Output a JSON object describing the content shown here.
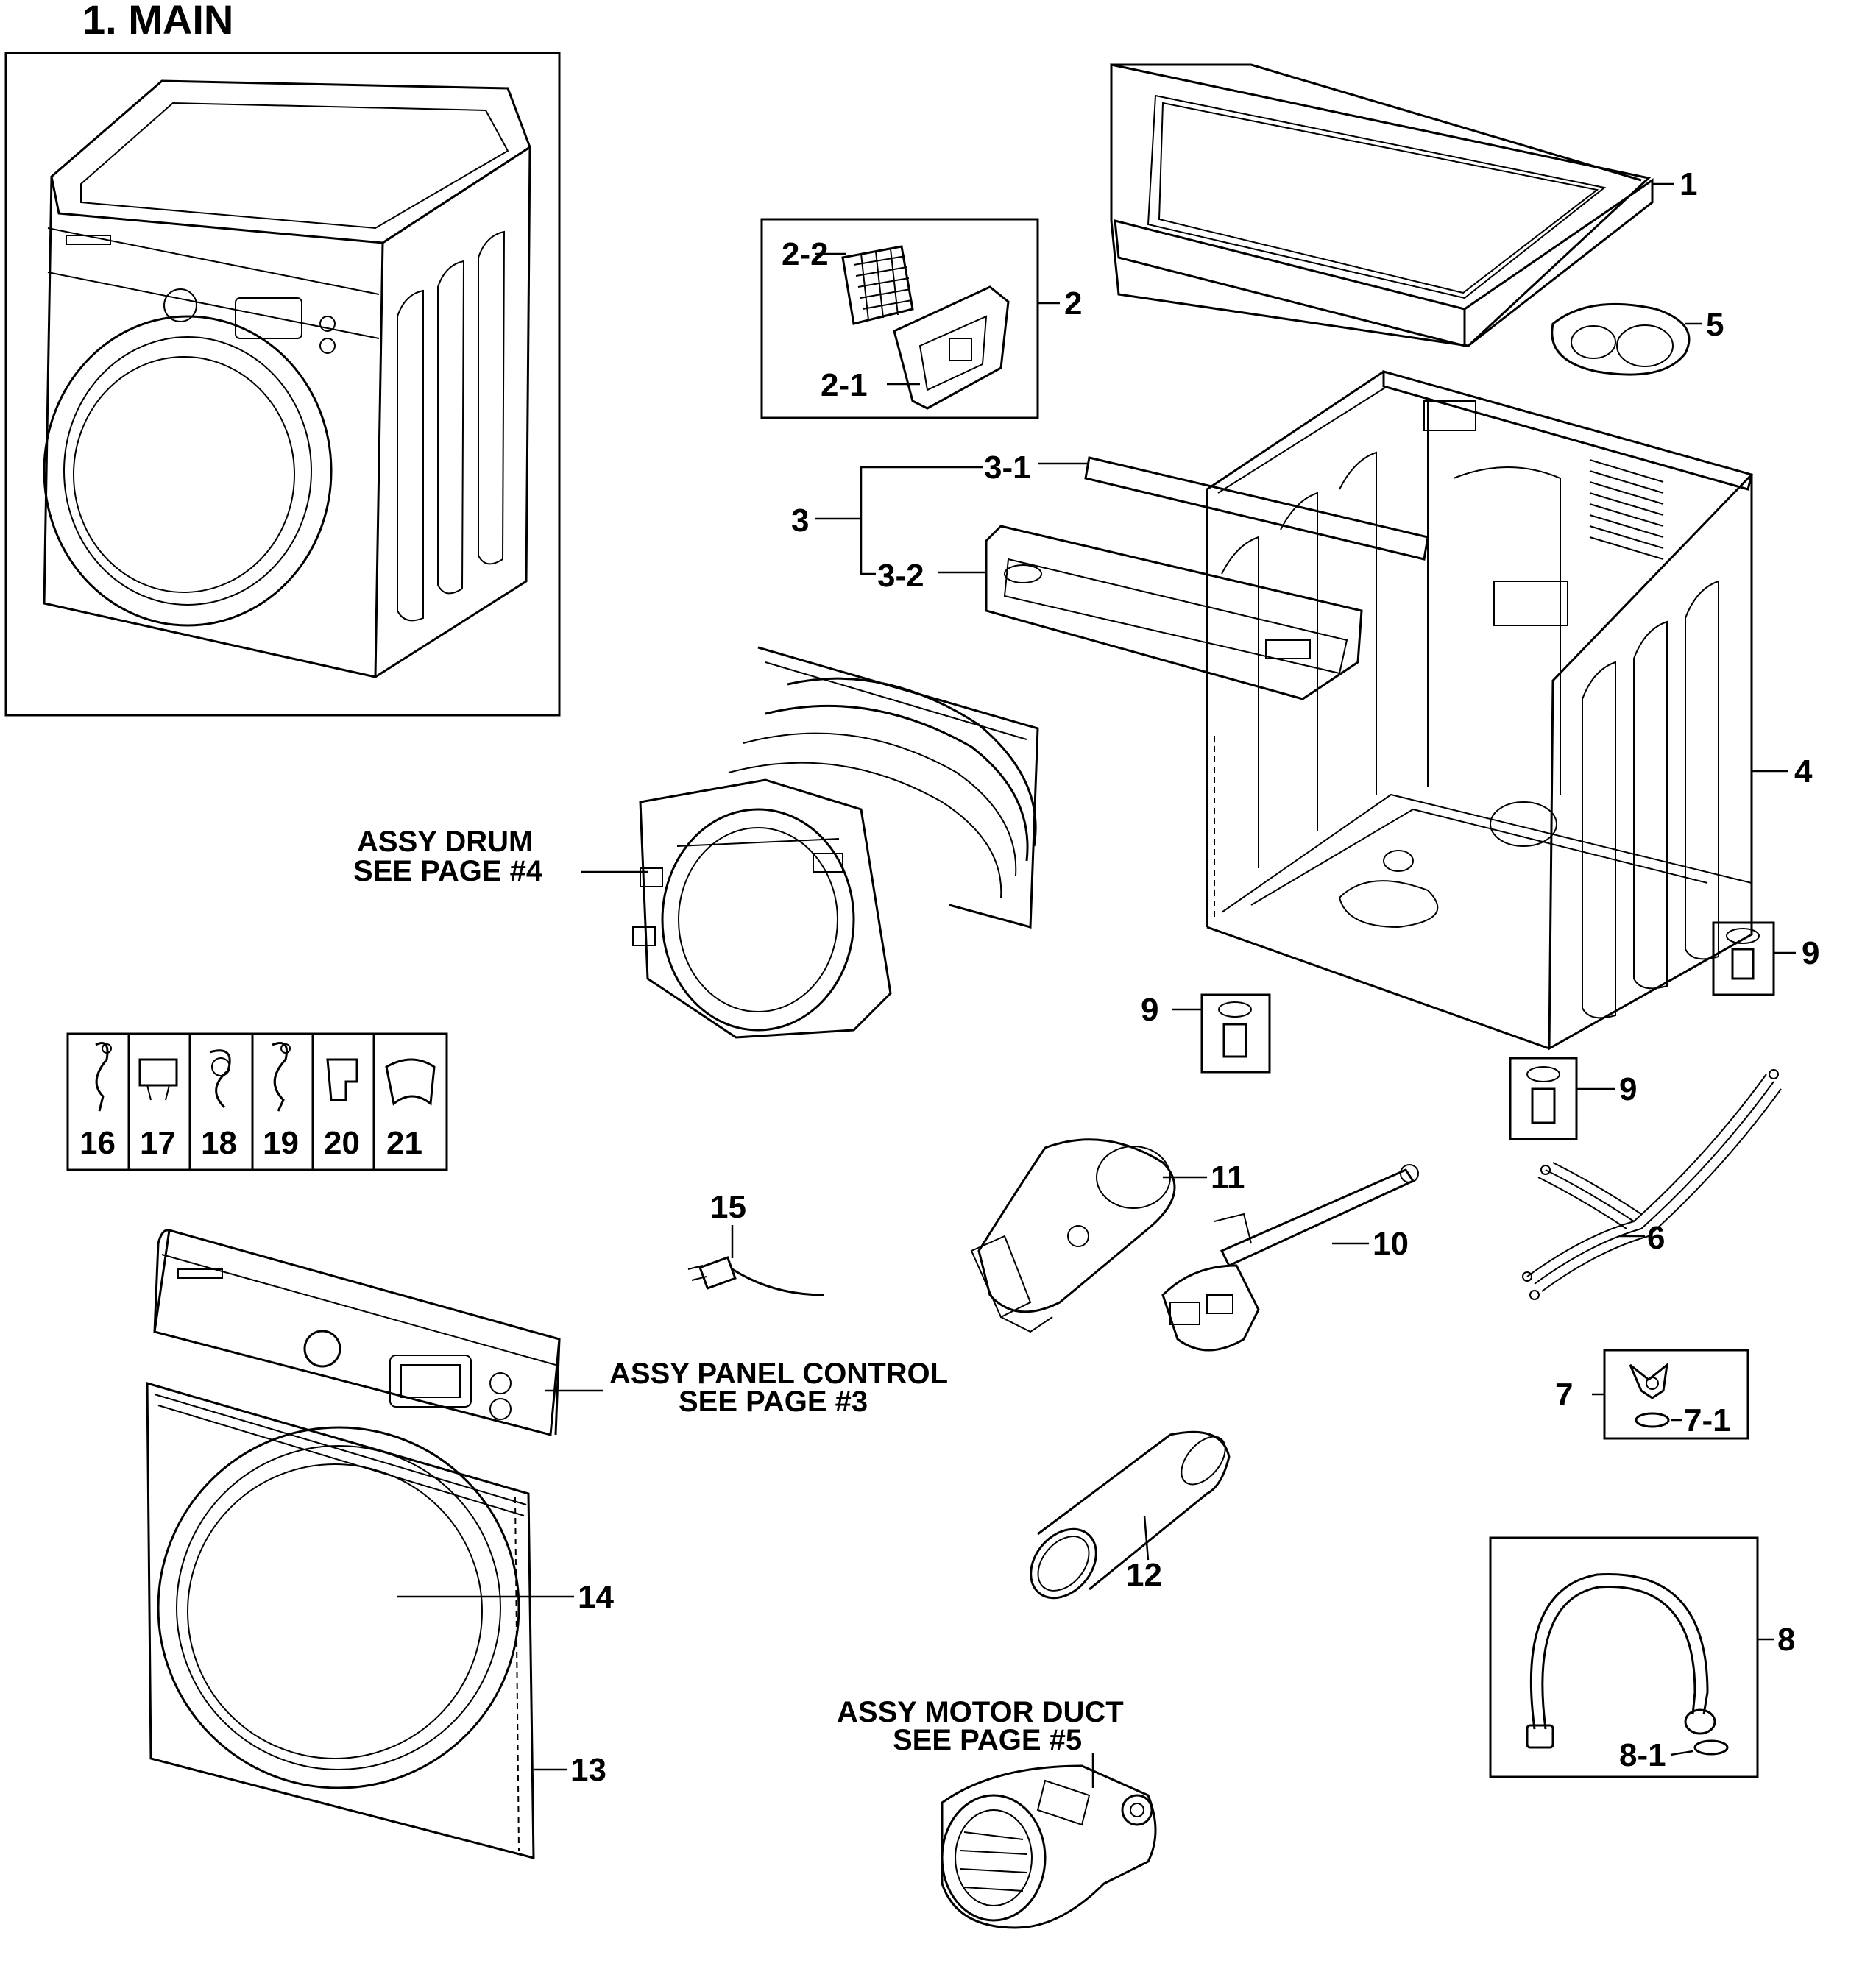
{
  "title": "1. MAIN",
  "callouts": {
    "c1": "1",
    "c2": "2",
    "c2_1": "2-1",
    "c2_2": "2-2",
    "c3": "3",
    "c3_1": "3-1",
    "c3_2": "3-2",
    "c4": "4",
    "c5": "5",
    "c6": "6",
    "c7": "7",
    "c7_1": "7-1",
    "c8": "8",
    "c8_1": "8-1",
    "c9a": "9",
    "c9b": "9",
    "c9c": "9",
    "c10": "10",
    "c11": "11",
    "c12": "12",
    "c13": "13",
    "c14": "14",
    "c15": "15",
    "c16": "16",
    "c17": "17",
    "c18": "18",
    "c19": "19",
    "c20": "20",
    "c21": "21"
  },
  "notes": {
    "drum_line1": "ASSY DRUM",
    "drum_line2": "SEE PAGE #4",
    "panel_line1": "ASSY PANEL CONTROL",
    "panel_line2": "SEE PAGE #3",
    "motor_line1": "ASSY MOTOR DUCT",
    "motor_line2": "SEE PAGE #5"
  }
}
